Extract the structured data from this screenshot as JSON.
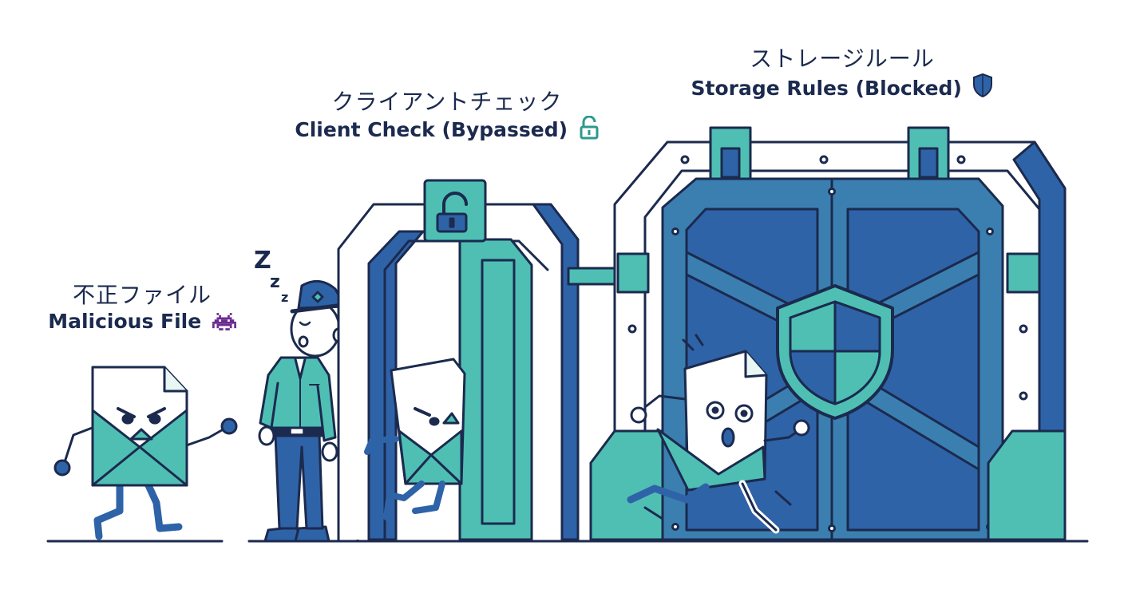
{
  "labels": {
    "malicious_file": {
      "jp": "不正ファイル",
      "en": "Malicious File",
      "icon": "space-invader-icon"
    },
    "client_check": {
      "jp": "クライアントチェック",
      "en": "Client Check (Bypassed)",
      "icon": "unlocked-padlock-icon"
    },
    "storage_rules": {
      "jp": "ストレージルール",
      "en": "Storage Rules (Blocked)",
      "icon": "shield-icon"
    }
  },
  "guard_sleep_text": "Z z z",
  "colors": {
    "navy": "#1b2a4e",
    "blue": "#2f63a8",
    "steel": "#3b7fb0",
    "teal": "#4fbfb4",
    "purple": "#6a2c8f",
    "white": "#ffffff"
  }
}
